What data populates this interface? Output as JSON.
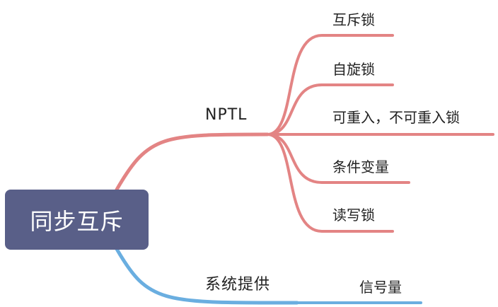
{
  "root": {
    "label": "同步互斥",
    "color": "#595f88"
  },
  "branches": [
    {
      "label": "NPTL",
      "color": "#e38484",
      "children": [
        {
          "label": "互斥锁"
        },
        {
          "label": "自旋锁"
        },
        {
          "label": "可重入，不可重入锁"
        },
        {
          "label": "条件变量"
        },
        {
          "label": "读写锁"
        }
      ]
    },
    {
      "label": "系统提供",
      "color": "#6aaee0",
      "children": [
        {
          "label": "信号量"
        }
      ]
    }
  ]
}
